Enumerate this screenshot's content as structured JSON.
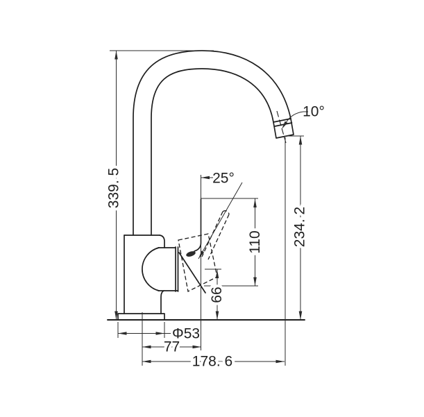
{
  "colors": {
    "background": "#ffffff",
    "object_line": "#1e1e1e",
    "dimension_line": "#2b2b2b"
  },
  "dims": {
    "overall_height": "339. 5",
    "outlet_height": "234. 2",
    "handle_span": "110",
    "mount_height": "66",
    "handle_angle": "25°",
    "outlet_angle": "10°",
    "base_diameter": "Φ53",
    "handle_offset": "77",
    "spout_reach": "178. 6"
  }
}
